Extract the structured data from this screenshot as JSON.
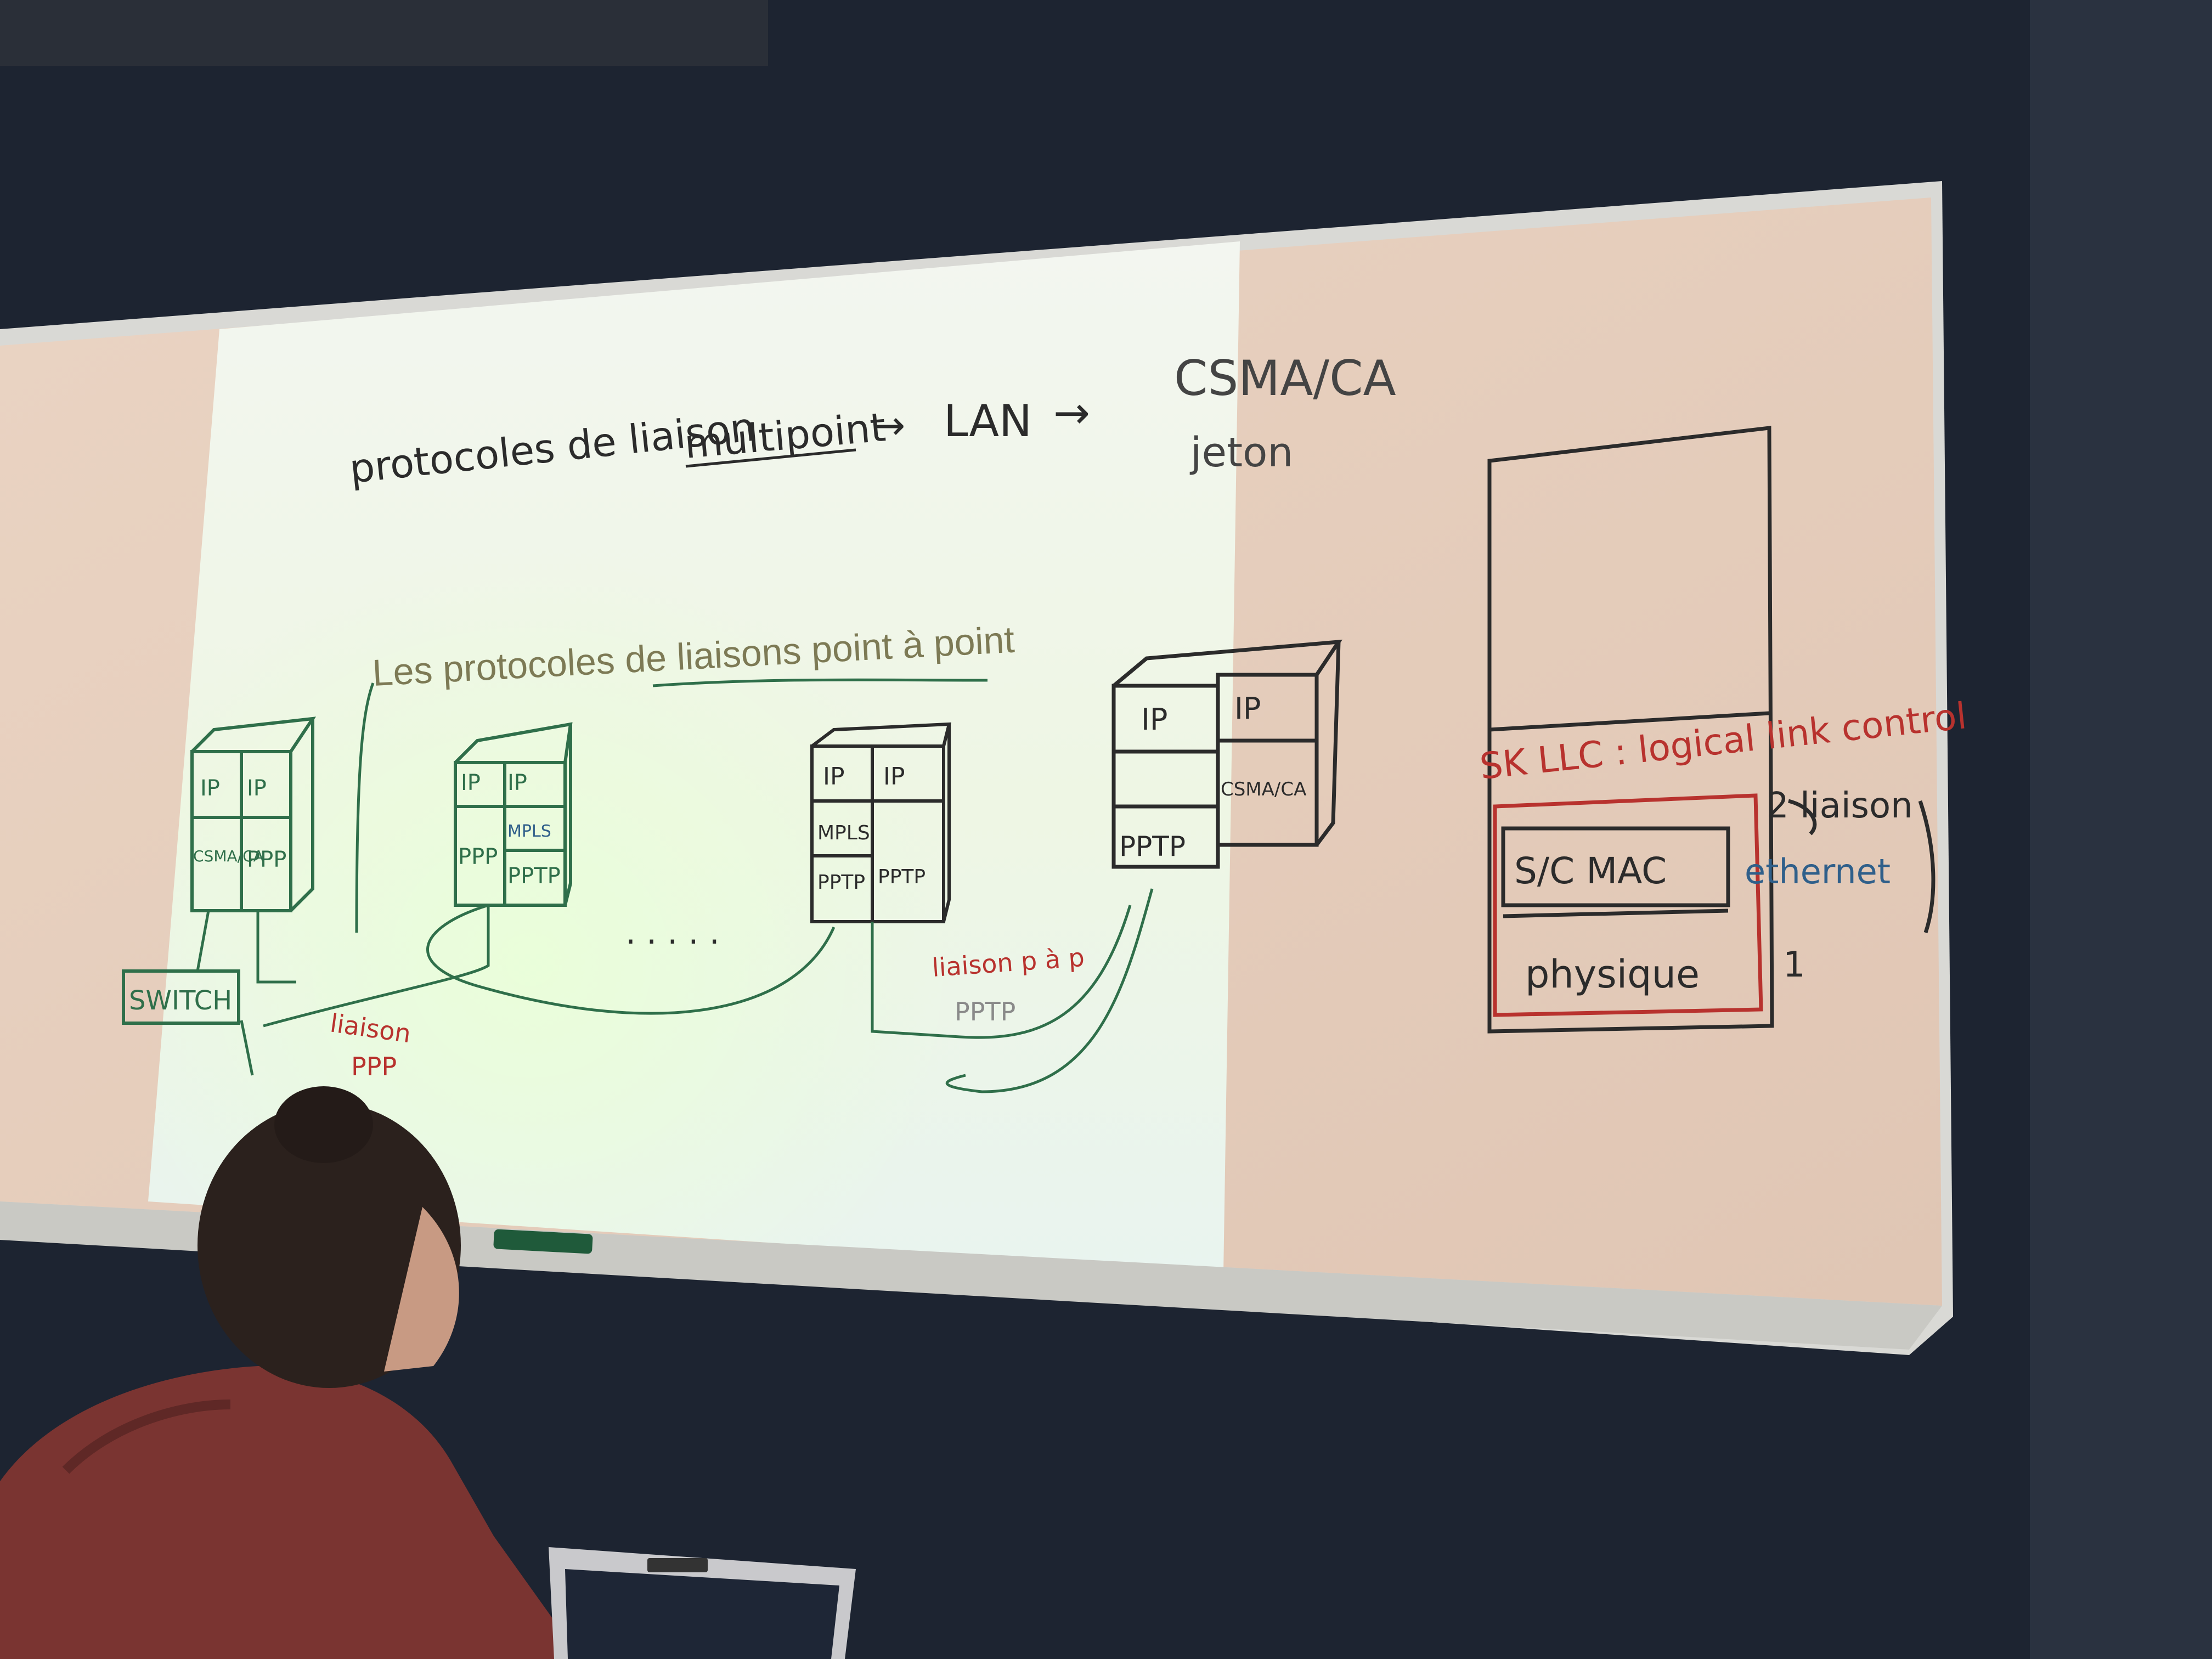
{
  "slide": {
    "title": "Les protocoles de liaisons point à point"
  },
  "board_left": {
    "top_line": {
      "part1": "protocoles de liaison",
      "part2": "multipoint",
      "arrow1": "→",
      "part3": "LAN",
      "arrow2": "→",
      "part4": "CSMA/CA",
      "part5": "jeton"
    },
    "stacks": [
      {
        "cells": [
          "IP",
          "IP",
          "CSMA/CA",
          "PPP"
        ]
      },
      {
        "cells": [
          "IP",
          "IP",
          "MPLS",
          "PPP",
          "PPTP"
        ]
      },
      {
        "cells": [
          "IP",
          "IP",
          "MPLS",
          "PPTP",
          "PPTP"
        ]
      },
      {
        "cells": [
          "IP",
          "IP",
          "PPTP",
          "CSMA/CA"
        ]
      }
    ],
    "switch_label": "SWITCH",
    "link_ppp_label": [
      "liaison",
      "PPP"
    ],
    "link_pptp_label": [
      "liaison p à p",
      "PPTP"
    ],
    "dots": ". . . . ."
  },
  "board_right": {
    "llc_label": "SK LLC : logical link control",
    "mac_label": "S/C MAC",
    "physical_label": "physique",
    "liaison_label": "2 liaison",
    "ethernet_label": "ethernet",
    "layer_one": "1"
  },
  "colors": {
    "wall": "#1f2532",
    "board": "#e7cfbd",
    "projection": "#f4f8ee",
    "ink_black": "#2b2b2b",
    "ink_green": "#2f6f4a",
    "ink_red": "#b8322e",
    "ink_blue": "#2f5f8a",
    "hoodie": "#7a3431"
  }
}
